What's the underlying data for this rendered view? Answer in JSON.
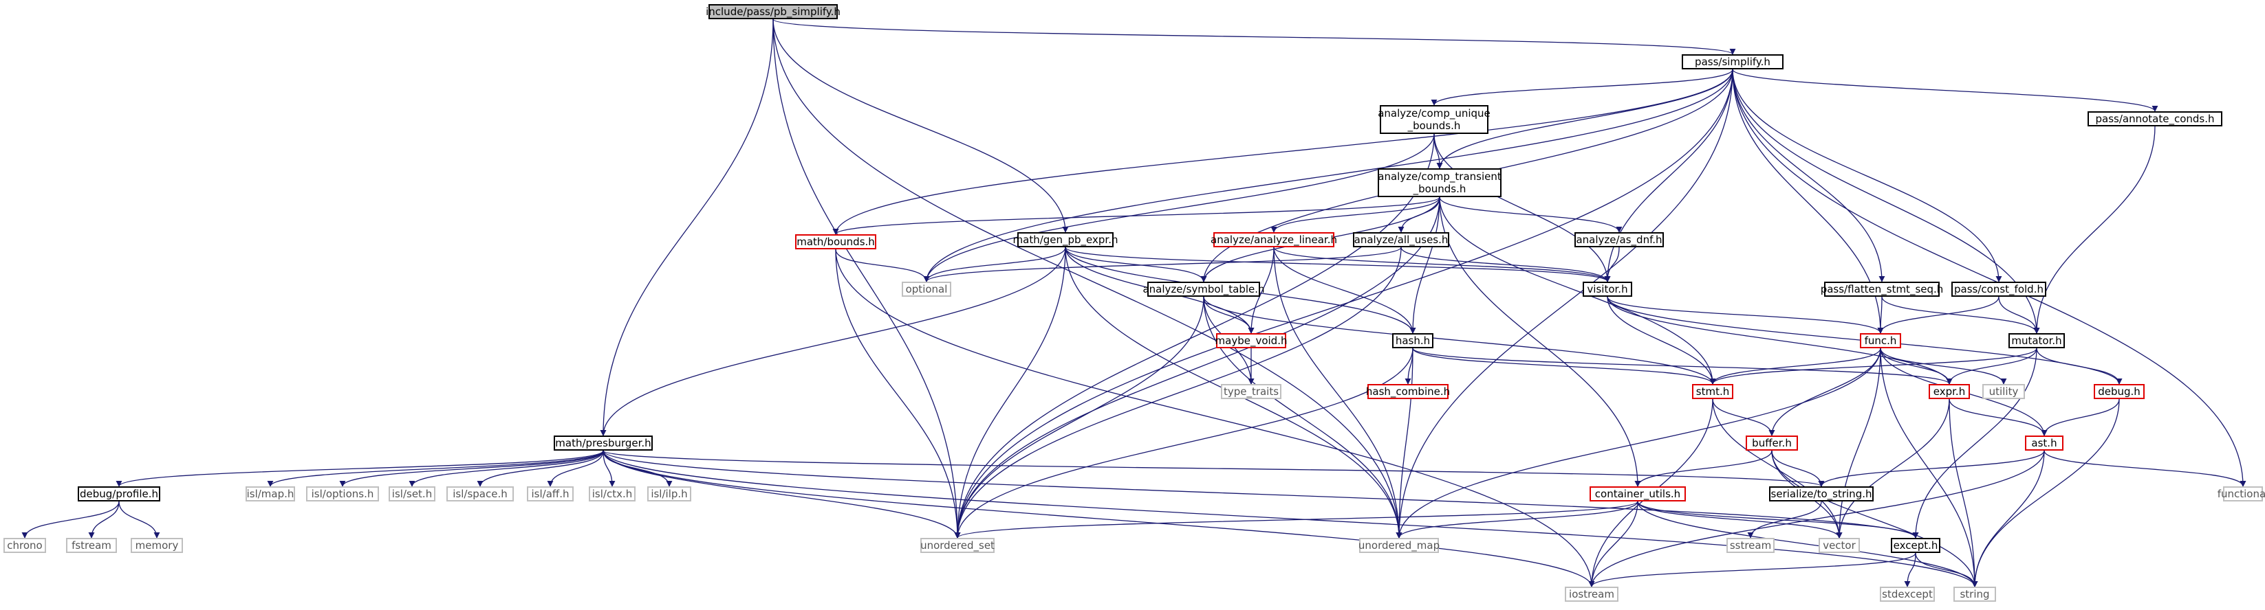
{
  "diagram": {
    "edge_color": "#191970",
    "nodes": [
      {
        "id": "root",
        "label": "include/pass/pb_simplify.h",
        "style": "root"
      },
      {
        "id": "simplify",
        "label": "pass/simplify.h",
        "style": "normal"
      },
      {
        "id": "comp_unique",
        "label": "analyze/comp_unique\n_bounds.h",
        "style": "normal"
      },
      {
        "id": "annotate",
        "label": "pass/annotate_conds.h",
        "style": "normal"
      },
      {
        "id": "comp_transient",
        "label": "analyze/comp_transient\n_bounds.h",
        "style": "normal"
      },
      {
        "id": "bounds",
        "label": "math/bounds.h",
        "style": "red"
      },
      {
        "id": "gen_pb",
        "label": "math/gen_pb_expr.h",
        "style": "normal"
      },
      {
        "id": "analyze_linear",
        "label": "analyze/analyze_linear.h",
        "style": "red"
      },
      {
        "id": "all_uses",
        "label": "analyze/all_uses.h",
        "style": "normal"
      },
      {
        "id": "as_dnf",
        "label": "analyze/as_dnf.h",
        "style": "normal"
      },
      {
        "id": "optional",
        "label": "optional",
        "style": "grey"
      },
      {
        "id": "symbol_table",
        "label": "analyze/symbol_table.h",
        "style": "normal"
      },
      {
        "id": "visitor",
        "label": "visitor.h",
        "style": "normal"
      },
      {
        "id": "flatten",
        "label": "pass/flatten_stmt_seq.h",
        "style": "normal"
      },
      {
        "id": "const_fold",
        "label": "pass/const_fold.h",
        "style": "normal"
      },
      {
        "id": "maybe_void",
        "label": "maybe_void.h",
        "style": "red"
      },
      {
        "id": "hash",
        "label": "hash.h",
        "style": "normal"
      },
      {
        "id": "func",
        "label": "func.h",
        "style": "red"
      },
      {
        "id": "mutator",
        "label": "mutator.h",
        "style": "normal"
      },
      {
        "id": "type_traits",
        "label": "type_traits",
        "style": "grey"
      },
      {
        "id": "hash_combine",
        "label": "hash_combine.h",
        "style": "red"
      },
      {
        "id": "stmt",
        "label": "stmt.h",
        "style": "red"
      },
      {
        "id": "expr",
        "label": "expr.h",
        "style": "red"
      },
      {
        "id": "utility",
        "label": "utility",
        "style": "grey"
      },
      {
        "id": "debug",
        "label": "debug.h",
        "style": "red"
      },
      {
        "id": "presburger",
        "label": "math/presburger.h",
        "style": "normal"
      },
      {
        "id": "buffer",
        "label": "buffer.h",
        "style": "red"
      },
      {
        "id": "ast",
        "label": "ast.h",
        "style": "red"
      },
      {
        "id": "profile",
        "label": "debug/profile.h",
        "style": "normal"
      },
      {
        "id": "isl_map",
        "label": "isl/map.h",
        "style": "grey"
      },
      {
        "id": "isl_options",
        "label": "isl/options.h",
        "style": "grey"
      },
      {
        "id": "isl_set",
        "label": "isl/set.h",
        "style": "grey"
      },
      {
        "id": "isl_space",
        "label": "isl/space.h",
        "style": "grey"
      },
      {
        "id": "isl_aff",
        "label": "isl/aff.h",
        "style": "grey"
      },
      {
        "id": "isl_ctx",
        "label": "isl/ctx.h",
        "style": "grey"
      },
      {
        "id": "isl_ilp",
        "label": "isl/ilp.h",
        "style": "grey"
      },
      {
        "id": "to_string",
        "label": "serialize/to_string.h",
        "style": "normal"
      },
      {
        "id": "container",
        "label": "container_utils.h",
        "style": "red"
      },
      {
        "id": "functional",
        "label": "functional",
        "style": "grey"
      },
      {
        "id": "chrono",
        "label": "chrono",
        "style": "grey"
      },
      {
        "id": "fstream",
        "label": "fstream",
        "style": "grey"
      },
      {
        "id": "memory",
        "label": "memory",
        "style": "grey"
      },
      {
        "id": "unordered_set",
        "label": "unordered_set",
        "style": "grey"
      },
      {
        "id": "unordered_map",
        "label": "unordered_map",
        "style": "grey"
      },
      {
        "id": "sstream",
        "label": "sstream",
        "style": "grey"
      },
      {
        "id": "vector",
        "label": "vector",
        "style": "grey"
      },
      {
        "id": "except",
        "label": "except.h",
        "style": "normal"
      },
      {
        "id": "iostream",
        "label": "iostream",
        "style": "grey"
      },
      {
        "id": "stdexcept",
        "label": "stdexcept",
        "style": "grey"
      },
      {
        "id": "string",
        "label": "string",
        "style": "grey"
      }
    ],
    "edges": [
      [
        "root",
        "simplify"
      ],
      [
        "root",
        "presburger"
      ],
      [
        "root",
        "gen_pb"
      ],
      [
        "root",
        "unordered_set"
      ],
      [
        "root",
        "unordered_map"
      ],
      [
        "simplify",
        "comp_unique"
      ],
      [
        "simplify",
        "annotate"
      ],
      [
        "simplify",
        "comp_transient"
      ],
      [
        "simplify",
        "bounds"
      ],
      [
        "simplify",
        "symbol_table"
      ],
      [
        "simplify",
        "visitor"
      ],
      [
        "simplify",
        "flatten"
      ],
      [
        "simplify",
        "const_fold"
      ],
      [
        "simplify",
        "func"
      ],
      [
        "simplify",
        "mutator"
      ],
      [
        "simplify",
        "functional"
      ],
      [
        "simplify",
        "unordered_map"
      ],
      [
        "simplify",
        "unordered_set"
      ],
      [
        "simplify",
        "optional"
      ],
      [
        "comp_unique",
        "comp_transient"
      ],
      [
        "comp_unique",
        "visitor"
      ],
      [
        "comp_unique",
        "optional"
      ],
      [
        "comp_unique",
        "unordered_set"
      ],
      [
        "annotate",
        "mutator"
      ],
      [
        "comp_transient",
        "bounds"
      ],
      [
        "comp_transient",
        "analyze_linear"
      ],
      [
        "comp_transient",
        "all_uses"
      ],
      [
        "comp_transient",
        "as_dnf"
      ],
      [
        "comp_transient",
        "symbol_table"
      ],
      [
        "comp_transient",
        "hash"
      ],
      [
        "comp_transient",
        "stmt"
      ],
      [
        "comp_transient",
        "container"
      ],
      [
        "comp_transient",
        "unordered_set"
      ],
      [
        "bounds",
        "optional"
      ],
      [
        "bounds",
        "unordered_set"
      ],
      [
        "bounds",
        "iostream"
      ],
      [
        "gen_pb",
        "presburger"
      ],
      [
        "gen_pb",
        "symbol_table"
      ],
      [
        "gen_pb",
        "hash"
      ],
      [
        "gen_pb",
        "visitor"
      ],
      [
        "gen_pb",
        "maybe_void"
      ],
      [
        "gen_pb",
        "unordered_map"
      ],
      [
        "gen_pb",
        "unordered_set"
      ],
      [
        "gen_pb",
        "optional"
      ],
      [
        "analyze_linear",
        "visitor"
      ],
      [
        "analyze_linear",
        "hash"
      ],
      [
        "analyze_linear",
        "unordered_map"
      ],
      [
        "analyze_linear",
        "maybe_void"
      ],
      [
        "all_uses",
        "visitor"
      ],
      [
        "all_uses",
        "unordered_set"
      ],
      [
        "all_uses",
        "optional"
      ],
      [
        "as_dnf",
        "visitor"
      ],
      [
        "symbol_table",
        "maybe_void"
      ],
      [
        "symbol_table",
        "type_traits"
      ],
      [
        "symbol_table",
        "stmt"
      ],
      [
        "symbol_table",
        "unordered_set"
      ],
      [
        "symbol_table",
        "unordered_map"
      ],
      [
        "maybe_void",
        "type_traits"
      ],
      [
        "visitor",
        "func"
      ],
      [
        "visitor",
        "stmt"
      ],
      [
        "visitor",
        "expr"
      ],
      [
        "visitor",
        "debug"
      ],
      [
        "flatten",
        "func"
      ],
      [
        "flatten",
        "mutator"
      ],
      [
        "const_fold",
        "func"
      ],
      [
        "const_fold",
        "mutator"
      ],
      [
        "hash",
        "hash_combine"
      ],
      [
        "hash",
        "stmt"
      ],
      [
        "hash",
        "expr"
      ],
      [
        "hash",
        "unordered_map"
      ],
      [
        "hash",
        "unordered_set"
      ],
      [
        "func",
        "stmt"
      ],
      [
        "func",
        "expr"
      ],
      [
        "func",
        "buffer"
      ],
      [
        "func",
        "utility"
      ],
      [
        "func",
        "ast"
      ],
      [
        "func",
        "unordered_map"
      ],
      [
        "func",
        "string"
      ],
      [
        "func",
        "vector"
      ],
      [
        "mutator",
        "stmt"
      ],
      [
        "mutator",
        "expr"
      ],
      [
        "mutator",
        "debug"
      ],
      [
        "mutator",
        "except"
      ],
      [
        "stmt",
        "buffer"
      ],
      [
        "stmt",
        "vector"
      ],
      [
        "stmt",
        "iostream"
      ],
      [
        "expr",
        "ast"
      ],
      [
        "expr",
        "vector"
      ],
      [
        "expr",
        "string"
      ],
      [
        "debug",
        "ast"
      ],
      [
        "debug",
        "string"
      ],
      [
        "buffer",
        "container"
      ],
      [
        "buffer",
        "to_string"
      ],
      [
        "buffer",
        "vector"
      ],
      [
        "buffer",
        "string"
      ],
      [
        "ast",
        "to_string"
      ],
      [
        "ast",
        "functional"
      ],
      [
        "ast",
        "string"
      ],
      [
        "ast",
        "iostream"
      ],
      [
        "presburger",
        "profile"
      ],
      [
        "presburger",
        "isl_map"
      ],
      [
        "presburger",
        "isl_options"
      ],
      [
        "presburger",
        "isl_set"
      ],
      [
        "presburger",
        "isl_space"
      ],
      [
        "presburger",
        "isl_aff"
      ],
      [
        "presburger",
        "isl_ctx"
      ],
      [
        "presburger",
        "isl_ilp"
      ],
      [
        "presburger",
        "to_string"
      ],
      [
        "presburger",
        "except"
      ],
      [
        "presburger",
        "unordered_set"
      ],
      [
        "presburger",
        "iostream"
      ],
      [
        "presburger",
        "string"
      ],
      [
        "profile",
        "chrono"
      ],
      [
        "profile",
        "fstream"
      ],
      [
        "profile",
        "memory"
      ],
      [
        "container",
        "unordered_set"
      ],
      [
        "container",
        "unordered_map"
      ],
      [
        "container",
        "vector"
      ],
      [
        "container",
        "except"
      ],
      [
        "container",
        "iostream"
      ],
      [
        "container",
        "string"
      ],
      [
        "to_string",
        "sstream"
      ],
      [
        "except",
        "stdexcept"
      ],
      [
        "except",
        "string"
      ],
      [
        "except",
        "iostream"
      ]
    ]
  }
}
